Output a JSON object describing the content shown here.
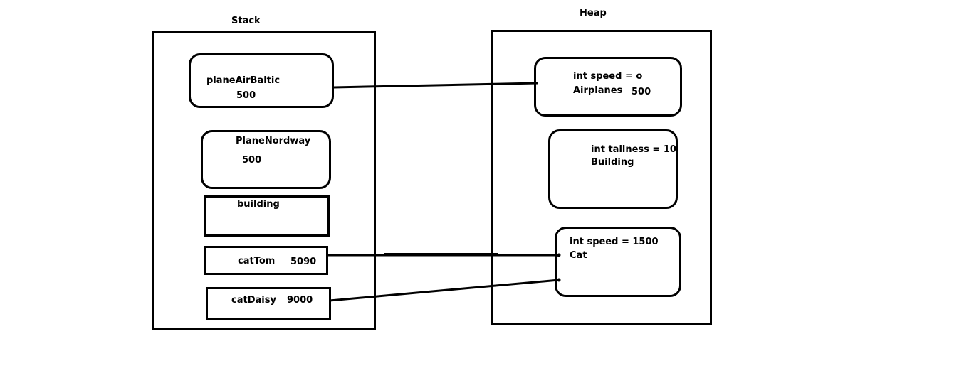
{
  "stack": {
    "title": "Stack",
    "items": [
      {
        "name": "planeAirBaltic",
        "value": "500"
      },
      {
        "name": "PlaneNordway",
        "value": "500"
      },
      {
        "name": "building",
        "value": ""
      },
      {
        "name": "catTom",
        "value": "5090"
      },
      {
        "name": "catDaisy",
        "value": "9000"
      }
    ]
  },
  "heap": {
    "title": "Heap",
    "objects": [
      {
        "field": "int speed = o",
        "type": "Airplanes",
        "value": "500"
      },
      {
        "field": "int tallness = 10",
        "type": "Building",
        "value": ""
      },
      {
        "field": "int speed = 1500",
        "type": "Cat",
        "value": ""
      }
    ]
  }
}
